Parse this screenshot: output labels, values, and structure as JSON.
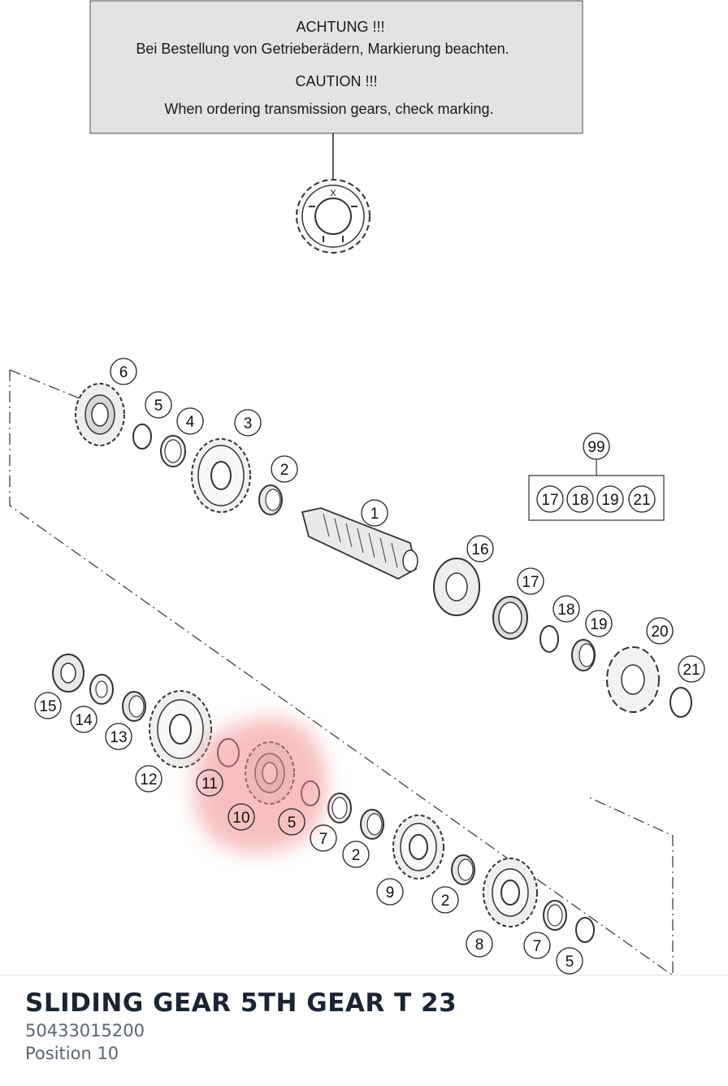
{
  "warning": {
    "de_title": "ACHTUNG !!!",
    "de_text": "Bei Bestellung von Getrieberädern, Markierung beachten.",
    "en_title": "CAUTION !!!",
    "en_text": "When ordering transmission gears, check marking.",
    "mark": "X"
  },
  "callouts": {
    "c6": "6",
    "c5a": "5",
    "c4": "4",
    "c3": "3",
    "c2a": "2",
    "c1": "1",
    "c99": "99",
    "k17": "17",
    "k18": "18",
    "k19": "19",
    "k21": "21",
    "c16": "16",
    "c17": "17",
    "c18": "18",
    "c19": "19",
    "c20": "20",
    "c21": "21",
    "c15": "15",
    "c14": "14",
    "c13": "13",
    "c12": "12",
    "c11": "11",
    "c10": "10",
    "c5b": "5",
    "c7a": "7",
    "c2b": "2",
    "c9": "9",
    "c2c": "2",
    "c8": "8",
    "c7b": "7",
    "c5c": "5"
  },
  "highlight": {
    "position": "10",
    "color": "#f08a8a"
  },
  "part": {
    "name": "SLIDING GEAR 5TH GEAR T 23",
    "number": "50433015200",
    "position_label": "Position 10"
  },
  "colors": {
    "title": "#1b2433",
    "meta": "#5b6472",
    "warning_bg": "#e3e3e3"
  }
}
